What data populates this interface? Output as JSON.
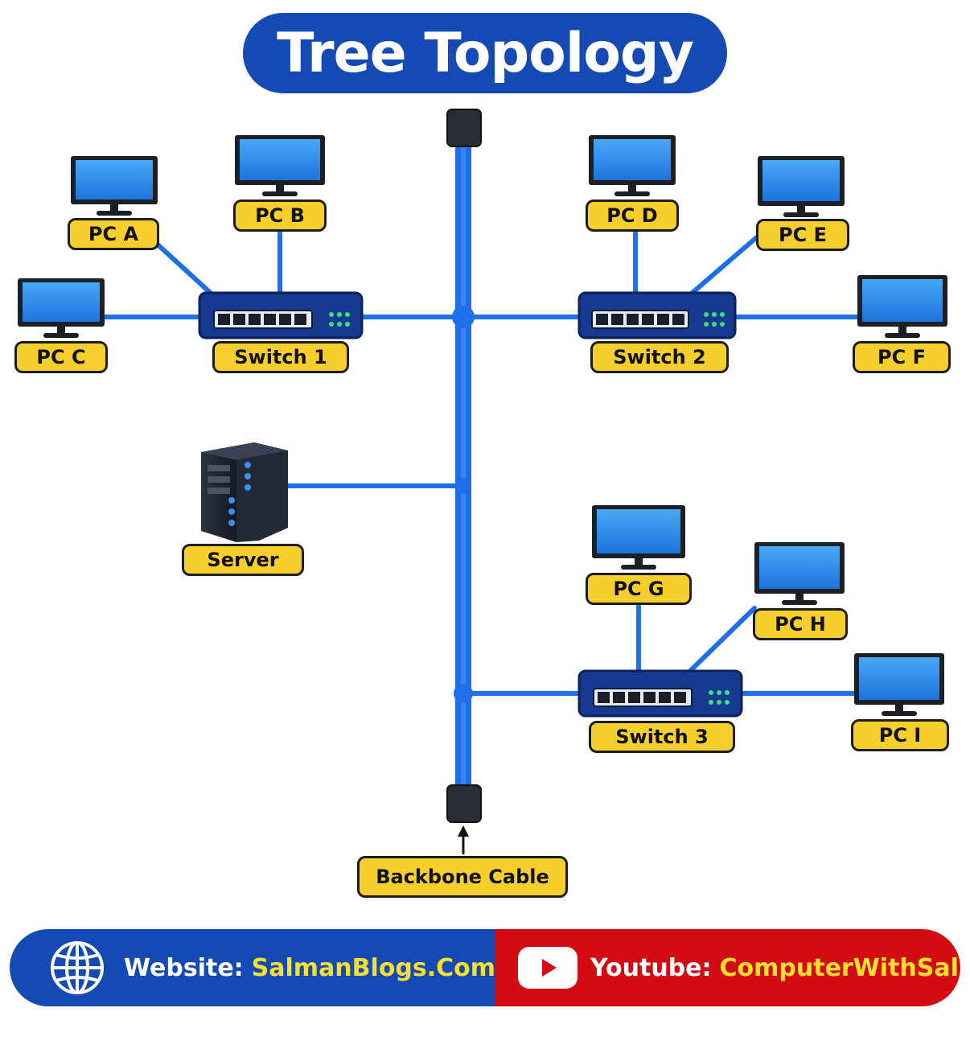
{
  "title": "Tree Topology",
  "nodes": {
    "pc_a": "PC A",
    "pc_b": "PC B",
    "pc_c": "PC C",
    "pc_d": "PC D",
    "pc_e": "PC E",
    "pc_f": "PC F",
    "pc_g": "PC G",
    "pc_h": "PC H",
    "pc_i": "PC I",
    "switch_1": "Switch 1",
    "switch_2": "Switch 2",
    "switch_3": "Switch 3",
    "server": "Server",
    "backbone": "Backbone Cable"
  },
  "footer": {
    "website_label": "Website:",
    "website_value": "SalmanBlogs.Com",
    "youtube_label": "Youtube:",
    "youtube_value": "ComputerWithSalman"
  },
  "colors": {
    "cable": "#1f6fe8",
    "label_fill": "#f7cf2c",
    "title_bg": "#1549b3",
    "footer_blue": "#1549b3",
    "footer_red": "#d20c12",
    "footer_accent": "#f7e02c"
  },
  "icons": [
    "monitor-icon",
    "switch-icon",
    "server-icon",
    "globe-icon",
    "youtube-icon",
    "terminator-icon",
    "arrow-up-icon"
  ]
}
